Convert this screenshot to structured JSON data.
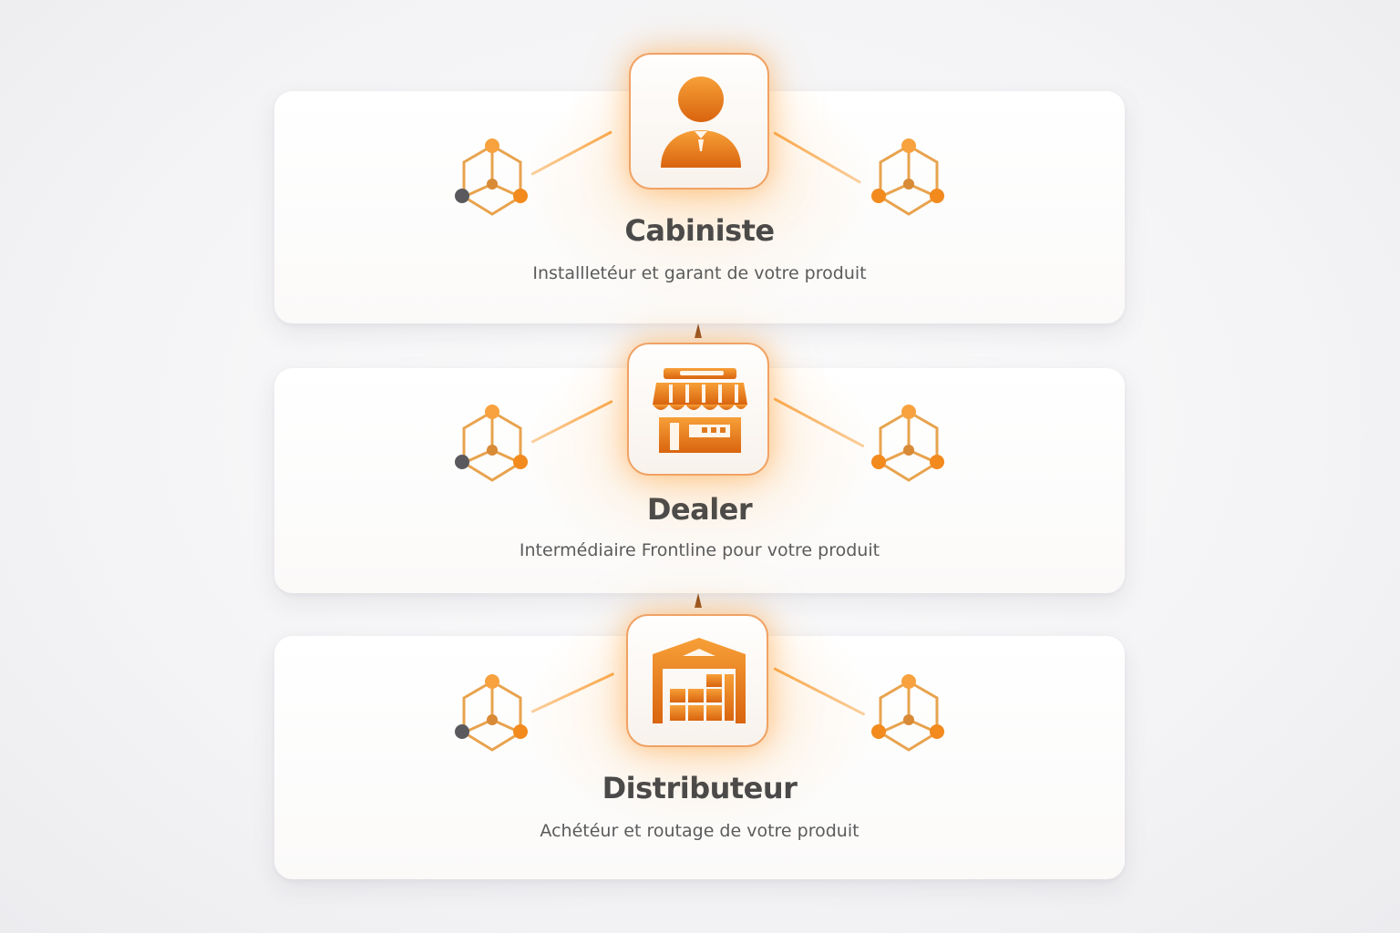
{
  "roles": [
    {
      "title": "Cabiniste",
      "subtitle": "Installletéur et garant de votre produit",
      "icon": "user-icon"
    },
    {
      "title": "Dealer",
      "subtitle": "Intermédiaire Frontline pour votre produit",
      "icon": "storefront-icon"
    },
    {
      "title": "Distributeur",
      "subtitle": "Achétéur et routage de votre produit",
      "icon": "warehouse-icon"
    }
  ],
  "colors": {
    "accent": "#f28a1e",
    "accent_dark": "#d9640f",
    "accent_light": "#fbb24f",
    "node_dark": "#5a5a5e",
    "text_title": "#4a4a4a",
    "text_body": "#5b5b5b"
  },
  "decorations": {
    "network_icon": "network-hexagon-icon"
  }
}
